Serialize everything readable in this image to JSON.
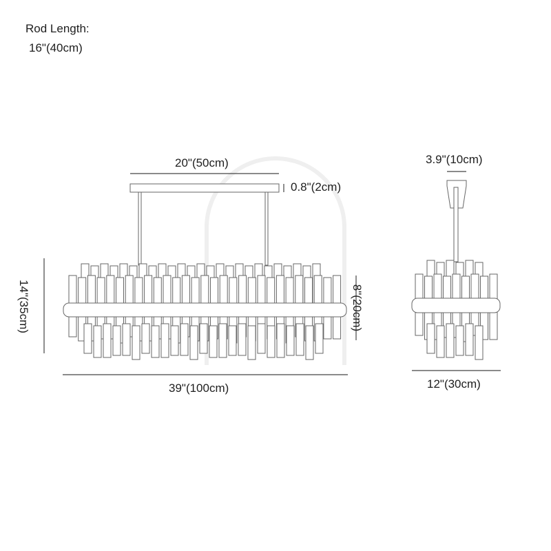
{
  "rod_length": {
    "label": "Rod Length:",
    "value": "16\"(40cm)"
  },
  "front_view": {
    "canopy_width": "20\"(50cm)",
    "canopy_height": "0.8\"(2cm)",
    "total_height": "14\"(35cm)",
    "body_height": "8\"(20cm)",
    "total_width": "39\"(100cm)"
  },
  "side_view": {
    "canopy_width": "3.9\"(10cm)",
    "total_width": "12\"(30cm)"
  },
  "colors": {
    "line": "#555555",
    "text": "#1e1e1e",
    "watermark": "#eeeeee"
  }
}
